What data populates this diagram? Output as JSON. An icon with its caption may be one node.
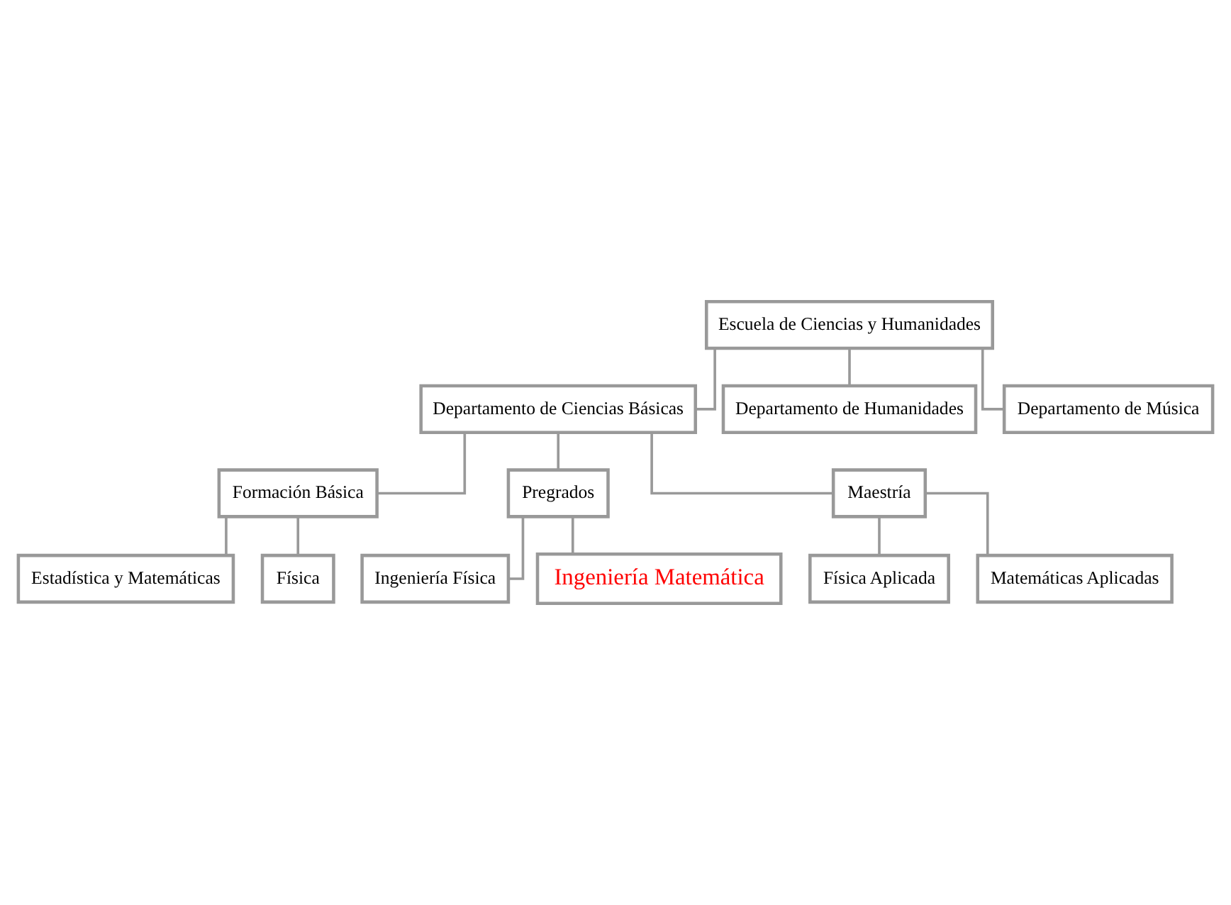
{
  "diagram": {
    "nodes": [
      {
        "text": [
          "Escuela de Ciencias y Humanidades"
        ]
      },
      {
        "text": [
          "Departamento de Ciencias Básicas"
        ]
      },
      {
        "text": [
          "Departamento de Humanidades"
        ]
      },
      {
        "text": [
          "Departamento de Música"
        ]
      },
      {
        "text": [
          "Formación Básica"
        ]
      },
      {
        "text": [
          "Pregrados"
        ]
      },
      {
        "text": [
          "Maestría"
        ]
      },
      {
        "text": [
          "Estadística y Matemáticas"
        ]
      },
      {
        "text": [
          "Física"
        ]
      },
      {
        "text": [
          "Ingeniería Física"
        ]
      },
      {
        "text": [
          "Ingeniería Matemática"
        ]
      },
      {
        "text": [
          "Física Aplicada"
        ]
      },
      {
        "text": [
          "Matemáticas Aplicadas"
        ]
      }
    ],
    "edges": [
      {
        "from": 0,
        "to": 1,
        "arrow": "none"
      },
      {
        "from": 0,
        "to": 2,
        "arrow": "none"
      },
      {
        "from": 0,
        "to": 3,
        "arrow": "none"
      },
      {
        "from": 1,
        "to": 4,
        "arrow": "none"
      },
      {
        "from": 1,
        "to": 5,
        "arrow": "none"
      },
      {
        "from": 1,
        "to": 6,
        "arrow": "none"
      },
      {
        "from": 4,
        "to": 7,
        "arrow": "none"
      },
      {
        "from": 4,
        "to": 8,
        "arrow": "none"
      },
      {
        "from": 5,
        "to": 9,
        "arrow": "none"
      },
      {
        "from": 5,
        "to": 10,
        "arrow": "none"
      },
      {
        "from": 6,
        "to": 11,
        "arrow": "none"
      },
      {
        "from": 6,
        "to": 12,
        "arrow": "none"
      }
    ]
  }
}
